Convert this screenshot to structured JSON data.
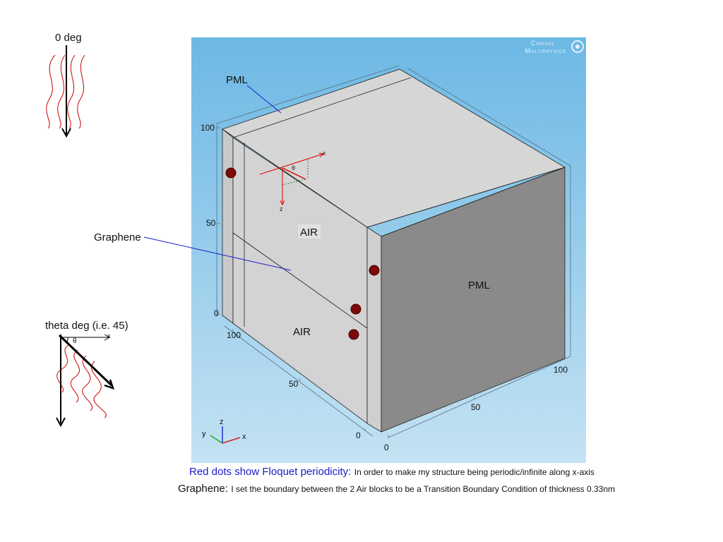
{
  "left_panel": {
    "zero_deg_label": "0 deg",
    "theta_label": "theta deg (i.e. 45)",
    "theta_symbol": "θ",
    "x_label": "x",
    "graphene_label": "Graphene"
  },
  "viewport": {
    "watermark_line1": "Comsol",
    "watermark_line2": "Multiphysics",
    "labels": {
      "pml_top": "PML",
      "pml_right": "PML",
      "air_top": "AIR",
      "air_bottom": "AIR"
    },
    "inset": {
      "x": "x",
      "z": "z",
      "theta": "θ"
    },
    "axis_ticks": {
      "vertical": [
        "100",
        "50",
        "0"
      ],
      "depth": [
        "100",
        "50",
        "0"
      ],
      "width": [
        "0",
        "50",
        "100"
      ]
    },
    "triad": {
      "x": "x",
      "y": "y",
      "z": "z"
    }
  },
  "captions": {
    "line1_title": "Red dots show Floquet periodicity:",
    "line1_text": "In order to make my structure being periodic/infinite along x-axis",
    "line2_title": "Graphene:",
    "line2_text": "I set the boundary between the 2 Air blocks to be a Transition Boundary Condition of thickness 0.33nm"
  },
  "colors": {
    "viewport_top": "#6cb8e4",
    "viewport_bottom": "#c4e2f3",
    "face_front": "#d3d3d3",
    "face_right": "#8a8a8a",
    "face_top": "#d6d6d6",
    "dot": "#7c0a0a",
    "leader_line": "#1a1acc",
    "caption_blue": "#1a1acc",
    "wave": "#cc0000"
  }
}
